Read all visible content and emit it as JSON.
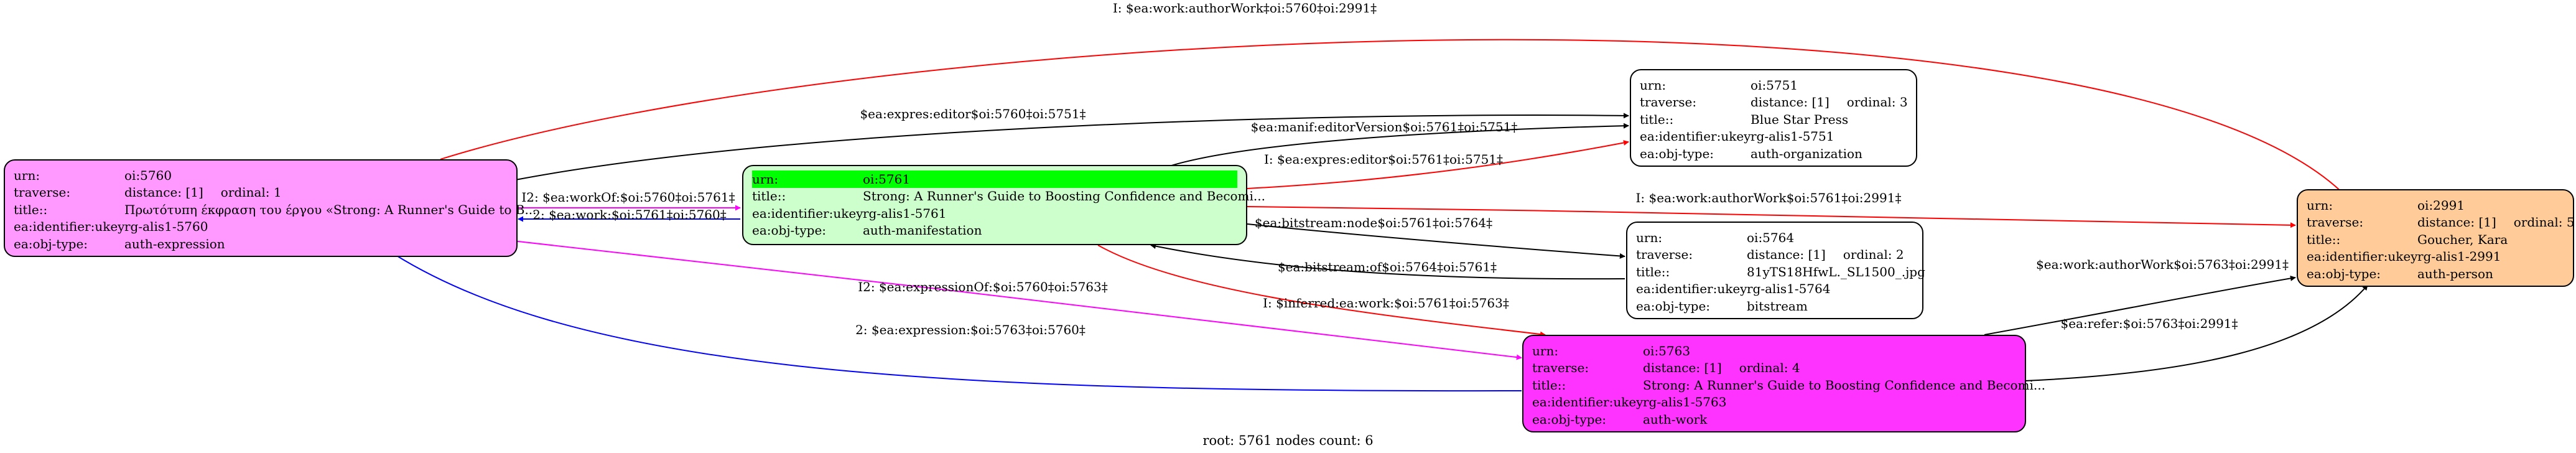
{
  "colors": {
    "oi5760": "#ff99ff",
    "oi5761": "#ccffcc",
    "oi5761_urn_highlight": "#00ff00",
    "oi5763": "#ff33ff",
    "oi2991": "#ffcc99",
    "plain_node": "#ffffff",
    "edge_black": "#000000",
    "edge_red": "#ff0000",
    "edge_blue": "#0000ff",
    "edge_magenta": "#ff00ff"
  },
  "field_labels": {
    "urn": "urn:",
    "traverse": "traverse:",
    "title": "title::",
    "identifier": "ea:identifier:ukey",
    "obj_type": "ea:obj-type:"
  },
  "nodes": {
    "oi5760": {
      "urn": "oi:5760",
      "distance": "distance: [1]",
      "ordinal": "ordinal: 1",
      "title": "Πρωτότυπη έκφραση του έργου «Strong: A Runner's Guide to B...",
      "identifier": "rg-alis1-5760",
      "obj_type": "auth-expression"
    },
    "oi5761": {
      "urn": "oi:5761",
      "title": "Strong: A Runner's Guide to Boosting Confidence and Becomi...",
      "identifier": "rg-alis1-5761",
      "obj_type": "auth-manifestation"
    },
    "oi5751": {
      "urn": "oi:5751",
      "distance": "distance: [1]",
      "ordinal": "ordinal: 3",
      "title": "Blue Star Press",
      "identifier": "rg-alis1-5751",
      "obj_type": "auth-organization"
    },
    "oi5764": {
      "urn": "oi:5764",
      "distance": "distance: [1]",
      "ordinal": "ordinal: 2",
      "title": "81yTS18HfwL._SL1500_.jpg",
      "identifier": "rg-alis1-5764",
      "obj_type": "bitstream"
    },
    "oi5763": {
      "urn": "oi:5763",
      "distance": "distance: [1]",
      "ordinal": "ordinal: 4",
      "title": "Strong: A Runner's Guide to Boosting Confidence and Becomi...",
      "identifier": "rg-alis1-5763",
      "obj_type": "auth-work"
    },
    "oi2991": {
      "urn": "oi:2991",
      "distance": "distance: [1]",
      "ordinal": "ordinal: 5",
      "title": "Goucher, Kara",
      "identifier": "rg-alis1-2991",
      "obj_type": "auth-person"
    }
  },
  "edges": [
    {
      "id": "e1",
      "label": "I: $ea:work:authorWork‡oi:5760‡oi:2991‡",
      "color": "edge_red"
    },
    {
      "id": "e2",
      "label": "$ea:expres:editor$oi:5760‡oi:5751‡",
      "color": "edge_black"
    },
    {
      "id": "e3",
      "label": "$ea:manif:editorVersion$oi:5761‡oi:5751‡",
      "color": "edge_black"
    },
    {
      "id": "e4",
      "label": "I: $ea:expres:editor$oi:5761‡oi:5751‡",
      "color": "edge_red"
    },
    {
      "id": "e5",
      "label": "I2: $ea:workOf:$oi:5760‡oi:5761‡",
      "color": "edge_magenta"
    },
    {
      "id": "e6",
      "label": "2: $ea:work:$oi:5761‡oi:5760‡",
      "color": "edge_blue"
    },
    {
      "id": "e7",
      "label": "I: $ea:work:authorWork$oi:5761‡oi:2991‡",
      "color": "edge_red"
    },
    {
      "id": "e8",
      "label": "$ea:bitstream:node$oi:5761‡oi:5764‡",
      "color": "edge_black"
    },
    {
      "id": "e9",
      "label": "$ea:bitstream:of$oi:5764‡oi:5761‡",
      "color": "edge_black"
    },
    {
      "id": "e10",
      "label": "I2: $ea:expressionOf:$oi:5760‡oi:5763‡",
      "color": "edge_magenta"
    },
    {
      "id": "e11",
      "label": "I: $inferred:ea:work:$oi:5761‡oi:5763‡",
      "color": "edge_red"
    },
    {
      "id": "e12",
      "label": "2: $ea:expression:$oi:5763‡oi:5760‡",
      "color": "edge_blue"
    },
    {
      "id": "e13",
      "label": "$ea:work:authorWork$oi:5763‡oi:2991‡",
      "color": "edge_black"
    },
    {
      "id": "e14",
      "label": "$ea:refer:$oi:5763‡oi:2991‡",
      "color": "edge_black"
    }
  ],
  "footer": "root: 5761 nodes count: 6"
}
